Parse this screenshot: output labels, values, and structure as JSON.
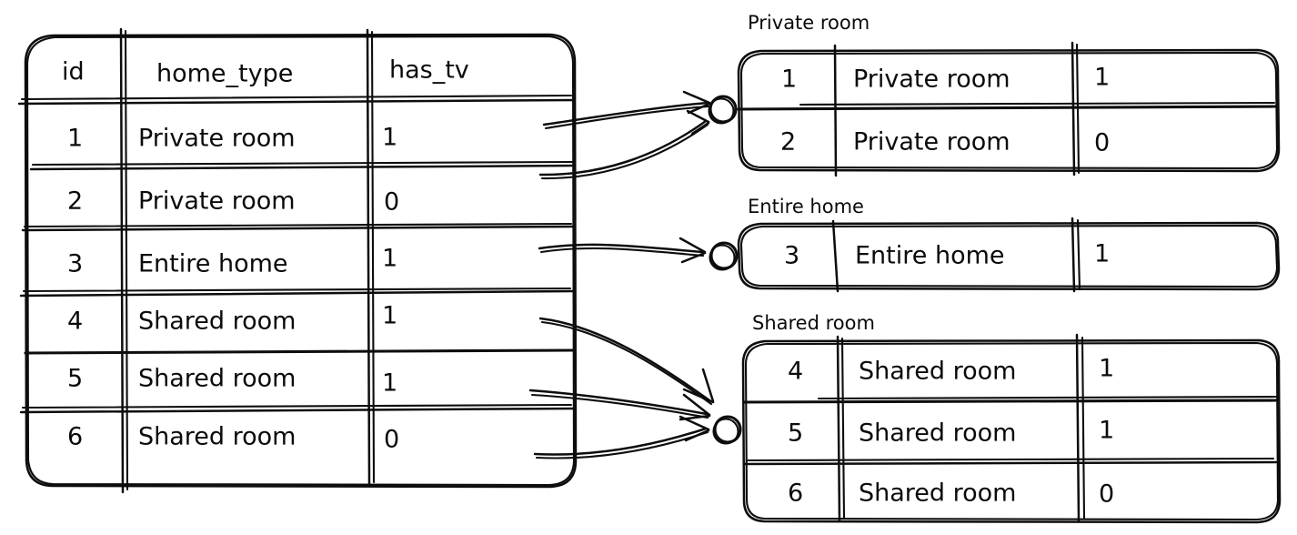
{
  "diagram": {
    "type": "hand-drawn-partition-diagram",
    "background_color": "#ffffff",
    "stroke_color": "#0d0d0d"
  },
  "source_table": {
    "name": "source-table",
    "columns": [
      "id",
      "home_type",
      "has_tv"
    ],
    "rows": [
      {
        "id": "1",
        "home_type": "Private room",
        "has_tv": "1"
      },
      {
        "id": "2",
        "home_type": "Private room",
        "has_tv": "0"
      },
      {
        "id": "3",
        "home_type": "Entire home",
        "has_tv": "1"
      },
      {
        "id": "4",
        "home_type": "Shared room",
        "has_tv": "1"
      },
      {
        "id": "5",
        "home_type": "Shared room",
        "has_tv": "1"
      },
      {
        "id": "6",
        "home_type": "Shared room",
        "has_tv": "0"
      }
    ]
  },
  "partitions": [
    {
      "label": "Private room",
      "rows": [
        {
          "id": "1",
          "home_type": "Private room",
          "has_tv": "1"
        },
        {
          "id": "2",
          "home_type": "Private room",
          "has_tv": "0"
        }
      ]
    },
    {
      "label": "Entire home",
      "rows": [
        {
          "id": "3",
          "home_type": "Entire home",
          "has_tv": "1"
        }
      ]
    },
    {
      "label": "Shared room",
      "rows": [
        {
          "id": "4",
          "home_type": "Shared room",
          "has_tv": "1"
        },
        {
          "id": "5",
          "home_type": "Shared room",
          "has_tv": "1"
        },
        {
          "id": "6",
          "home_type": "Shared room",
          "has_tv": "0"
        }
      ]
    }
  ],
  "connectors": [
    {
      "name": "arrow-row1-to-private-room",
      "from_row": "1",
      "to_partition": "Private room"
    },
    {
      "name": "arrow-row2-to-private-room",
      "from_row": "2",
      "to_partition": "Private room"
    },
    {
      "name": "arrow-row3-to-entire-home",
      "from_row": "3",
      "to_partition": "Entire home"
    },
    {
      "name": "arrow-row4-to-shared-room",
      "from_row": "4",
      "to_partition": "Shared room"
    },
    {
      "name": "arrow-row5-to-shared-room",
      "from_row": "5",
      "to_partition": "Shared room"
    },
    {
      "name": "arrow-row6-to-shared-room",
      "from_row": "6",
      "to_partition": "Shared room"
    }
  ]
}
